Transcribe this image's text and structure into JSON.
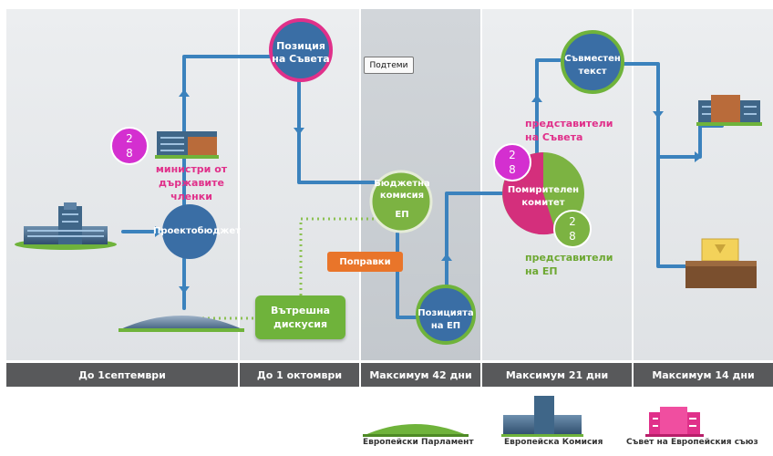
{
  "buttons": {
    "subtopics": "Подтеми",
    "amendments": "Поправки"
  },
  "nodes": {
    "draft_budget": "Проектобюджет",
    "council_position_l1": "Позиция",
    "council_position_l2": "на Съвета",
    "budget_committee_l1": "Бюджетна",
    "budget_committee_l2": "комисия",
    "budget_committee_ep": "ЕП",
    "ep_position_l1": "Позицията",
    "ep_position_l2": "на ЕП",
    "conciliation_l1": "Помирителен",
    "conciliation_l2": "комитет",
    "joint_text_l1": "Съвместен",
    "joint_text_l2": "текст",
    "internal_discussion_l1": "Вътрешна",
    "internal_discussion_l2": "дискусия"
  },
  "labels": {
    "ministers_l1": "министри от",
    "ministers_l2": "държавите",
    "ministers_l3": "членки",
    "council_reps_l1": "представители",
    "council_reps_l2": "на Съвета",
    "ep_reps_l1": "представители",
    "ep_reps_l2": "на ЕП"
  },
  "badges": {
    "ministers_top": "2",
    "ministers_bottom": "8",
    "council_reps_top": "2",
    "council_reps_bottom": "8",
    "ep_reps_top": "2",
    "ep_reps_bottom": "8"
  },
  "timeline": [
    "До 1септември",
    "До 1 октомври",
    "Максимум 42 дни",
    "Максимум 21 дни",
    "Максимум 14 дни"
  ],
  "legend": {
    "parliament": "Европейски Парламент",
    "commission": "Европейска Комисия",
    "council": "Съвет на Европейския съюз"
  },
  "colors": {
    "path": "#3b82bd",
    "node_blue": "#3a6ea5",
    "ring_pink": "#e0308a",
    "ring_green": "#6fb33b",
    "node_green": "#7cb342",
    "orange": "#e9752a",
    "footer": "#58595b"
  }
}
